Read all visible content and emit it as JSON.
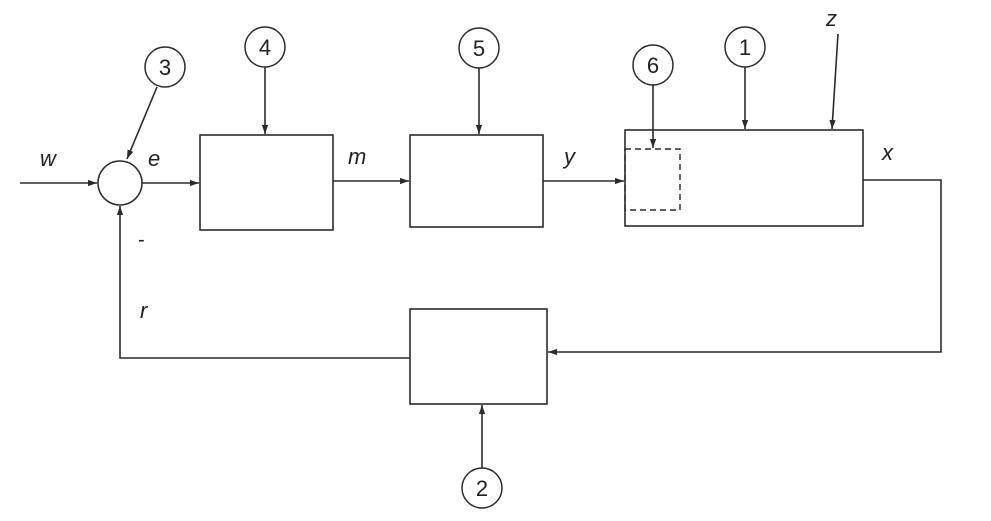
{
  "signals": {
    "w": "w",
    "e": "e",
    "m": "m",
    "y": "y",
    "x": "x",
    "z": "z",
    "r": "r"
  },
  "feedback_sign": "-",
  "markers": {
    "m1": "1",
    "m2": "2",
    "m3": "3",
    "m4": "4",
    "m5": "5",
    "m6": "6"
  }
}
